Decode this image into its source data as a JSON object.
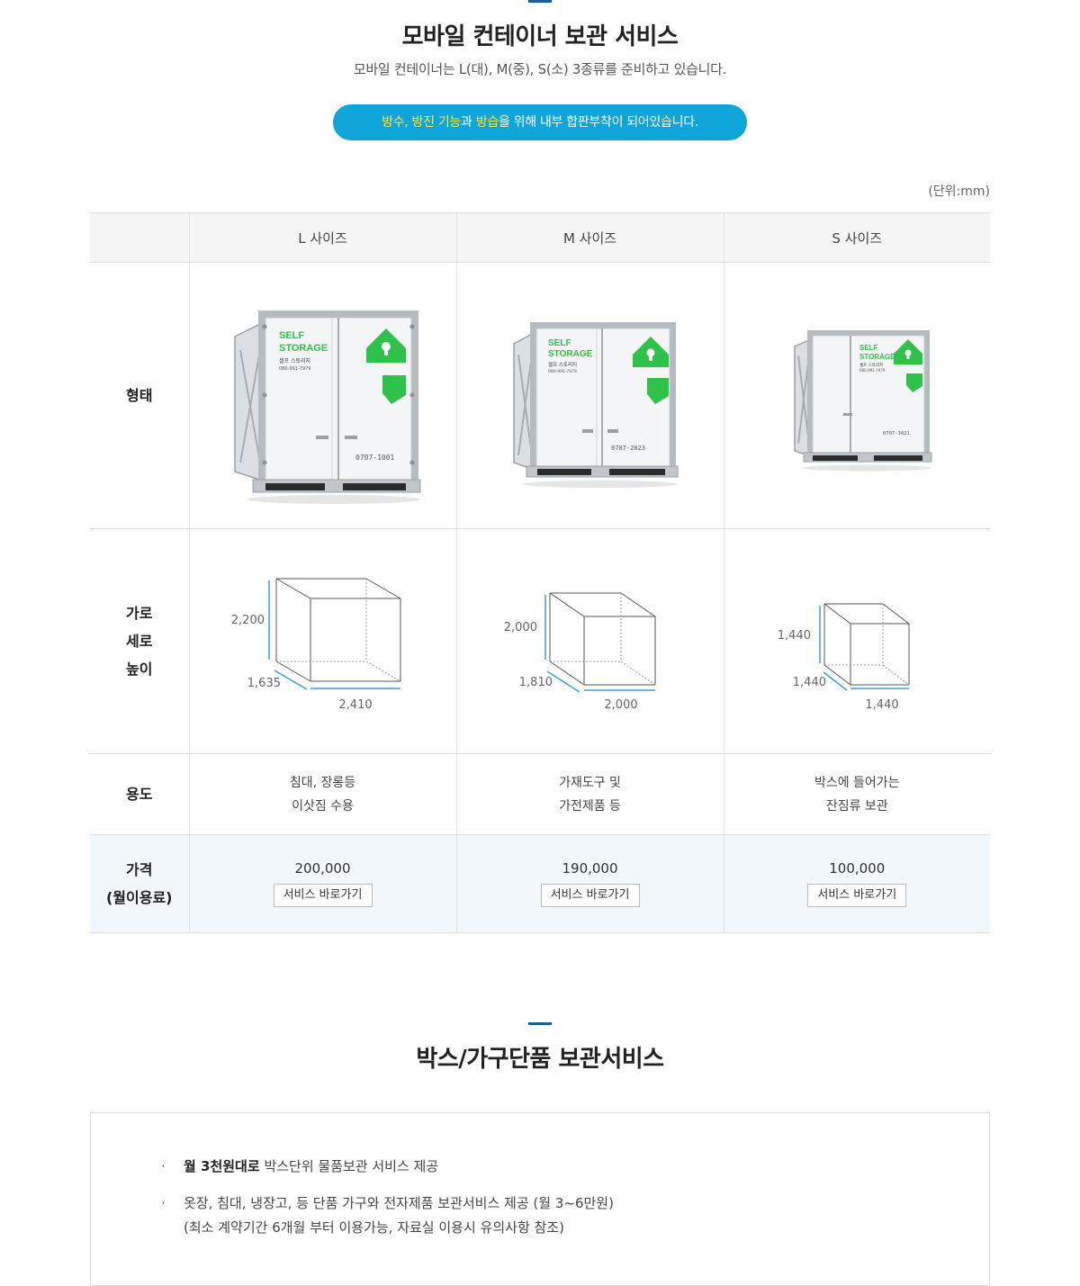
{
  "mobile": {
    "title": "모바일 컨테이너 보관 서비스",
    "subtitle": "모바일 컨테이너는 L(대), M(중), S(소) 3종류를 준비하고 있습니다.",
    "pill": {
      "hl1": "방수, 방진 기능",
      "mid1": "과 ",
      "hl2": "방습",
      "rest": "을 위해 내부 합판부착이 되어있습니다."
    },
    "unit": "(단위:mm)"
  },
  "table": {
    "row_headers": {
      "shape": "형태",
      "dims": [
        "가로",
        "세로",
        "높이"
      ],
      "use": "용도",
      "price": [
        "가격",
        "(월이용료)"
      ]
    },
    "columns": [
      {
        "header": "L 사이즈",
        "height_mm": "2,200",
        "depth_mm": "1,635",
        "width_mm": "2,410",
        "use": [
          "침대, 장롱등",
          "이삿짐 수용"
        ],
        "price": "200,000",
        "button": "서비스 바로가기",
        "container": {
          "brand1": "SELF",
          "brand2": "STORAGE",
          "brand_kr": "셀프 스토리지",
          "phone": "080-991-7979",
          "code": "0707-1001"
        }
      },
      {
        "header": "M 사이즈",
        "height_mm": "2,000",
        "depth_mm": "1,810",
        "width_mm": "2,000",
        "use": [
          "가재도구 및",
          "가전제품 등"
        ],
        "price": "190,000",
        "button": "서비스 바로가기",
        "container": {
          "brand1": "SELF",
          "brand2": "STORAGE",
          "brand_kr": "셀프 스토리지",
          "phone": "080-991-7979",
          "code": "0707-2023"
        }
      },
      {
        "header": "S 사이즈",
        "height_mm": "1,440",
        "depth_mm": "1,440",
        "width_mm": "1,440",
        "use": [
          "박스에 들어가는",
          "잔짐류 보관"
        ],
        "price": "100,000",
        "button": "서비스 바로가기",
        "container": {
          "brand1": "SELF",
          "brand2": "STORAGE",
          "brand_kr": "셀프 스토리지",
          "phone": "080-991-7979",
          "code": "0707-3021"
        }
      }
    ]
  },
  "box_service": {
    "title": "박스/가구단품 보관서비스",
    "bullet": "·",
    "items": [
      {
        "bold": "월 3천원대로",
        "text": " 박스단위 물품보관 서비스 제공"
      },
      {
        "text": "옷장, 침대, 냉장고, 등 단품 가구와 전자제품 보관서비스 제공 (월 3~6만원)",
        "note": "(최소 계약기간 6개월 부터 이용가능, 자료실 이용시 유의사항 참조)"
      }
    ]
  },
  "colors": {
    "accent_bar": "#1d5a96",
    "pill_bg": "#0fa5d8",
    "pill_highlight": "#ffe83c",
    "logo_green": "#2ec24a",
    "price_row_bg": "#f1f7fb",
    "dimension_arrow": "#3a9fd8"
  }
}
